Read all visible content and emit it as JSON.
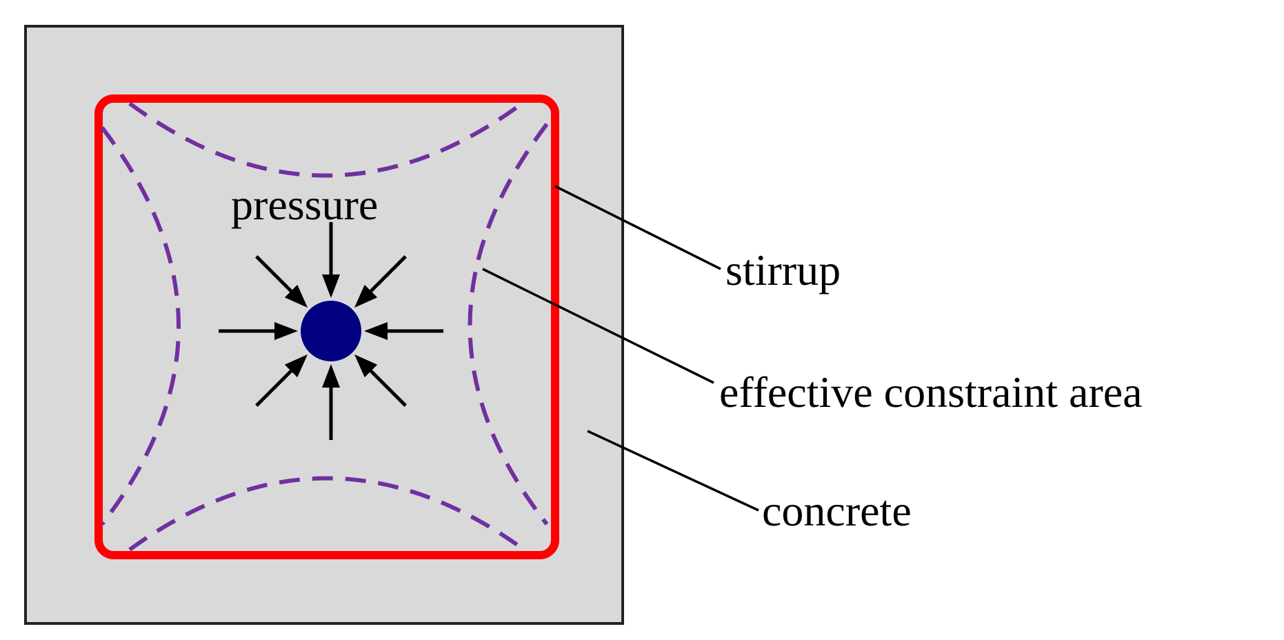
{
  "labels": {
    "pressure": "pressure",
    "stirrup": "stirrup",
    "effective_constraint_area": "effective constraint area",
    "concrete": "concrete"
  },
  "colors": {
    "concrete_fill": "#d9d9d9",
    "concrete_border": "#222222",
    "stirrup": "#ff0000",
    "constraint_boundary": "#7030a0",
    "core_dot": "#000080",
    "arrows": "#000000",
    "leaders": "#000000"
  },
  "icons": {
    "core": "core-dot-icon",
    "arrows": "pressure-arrow-icon"
  }
}
